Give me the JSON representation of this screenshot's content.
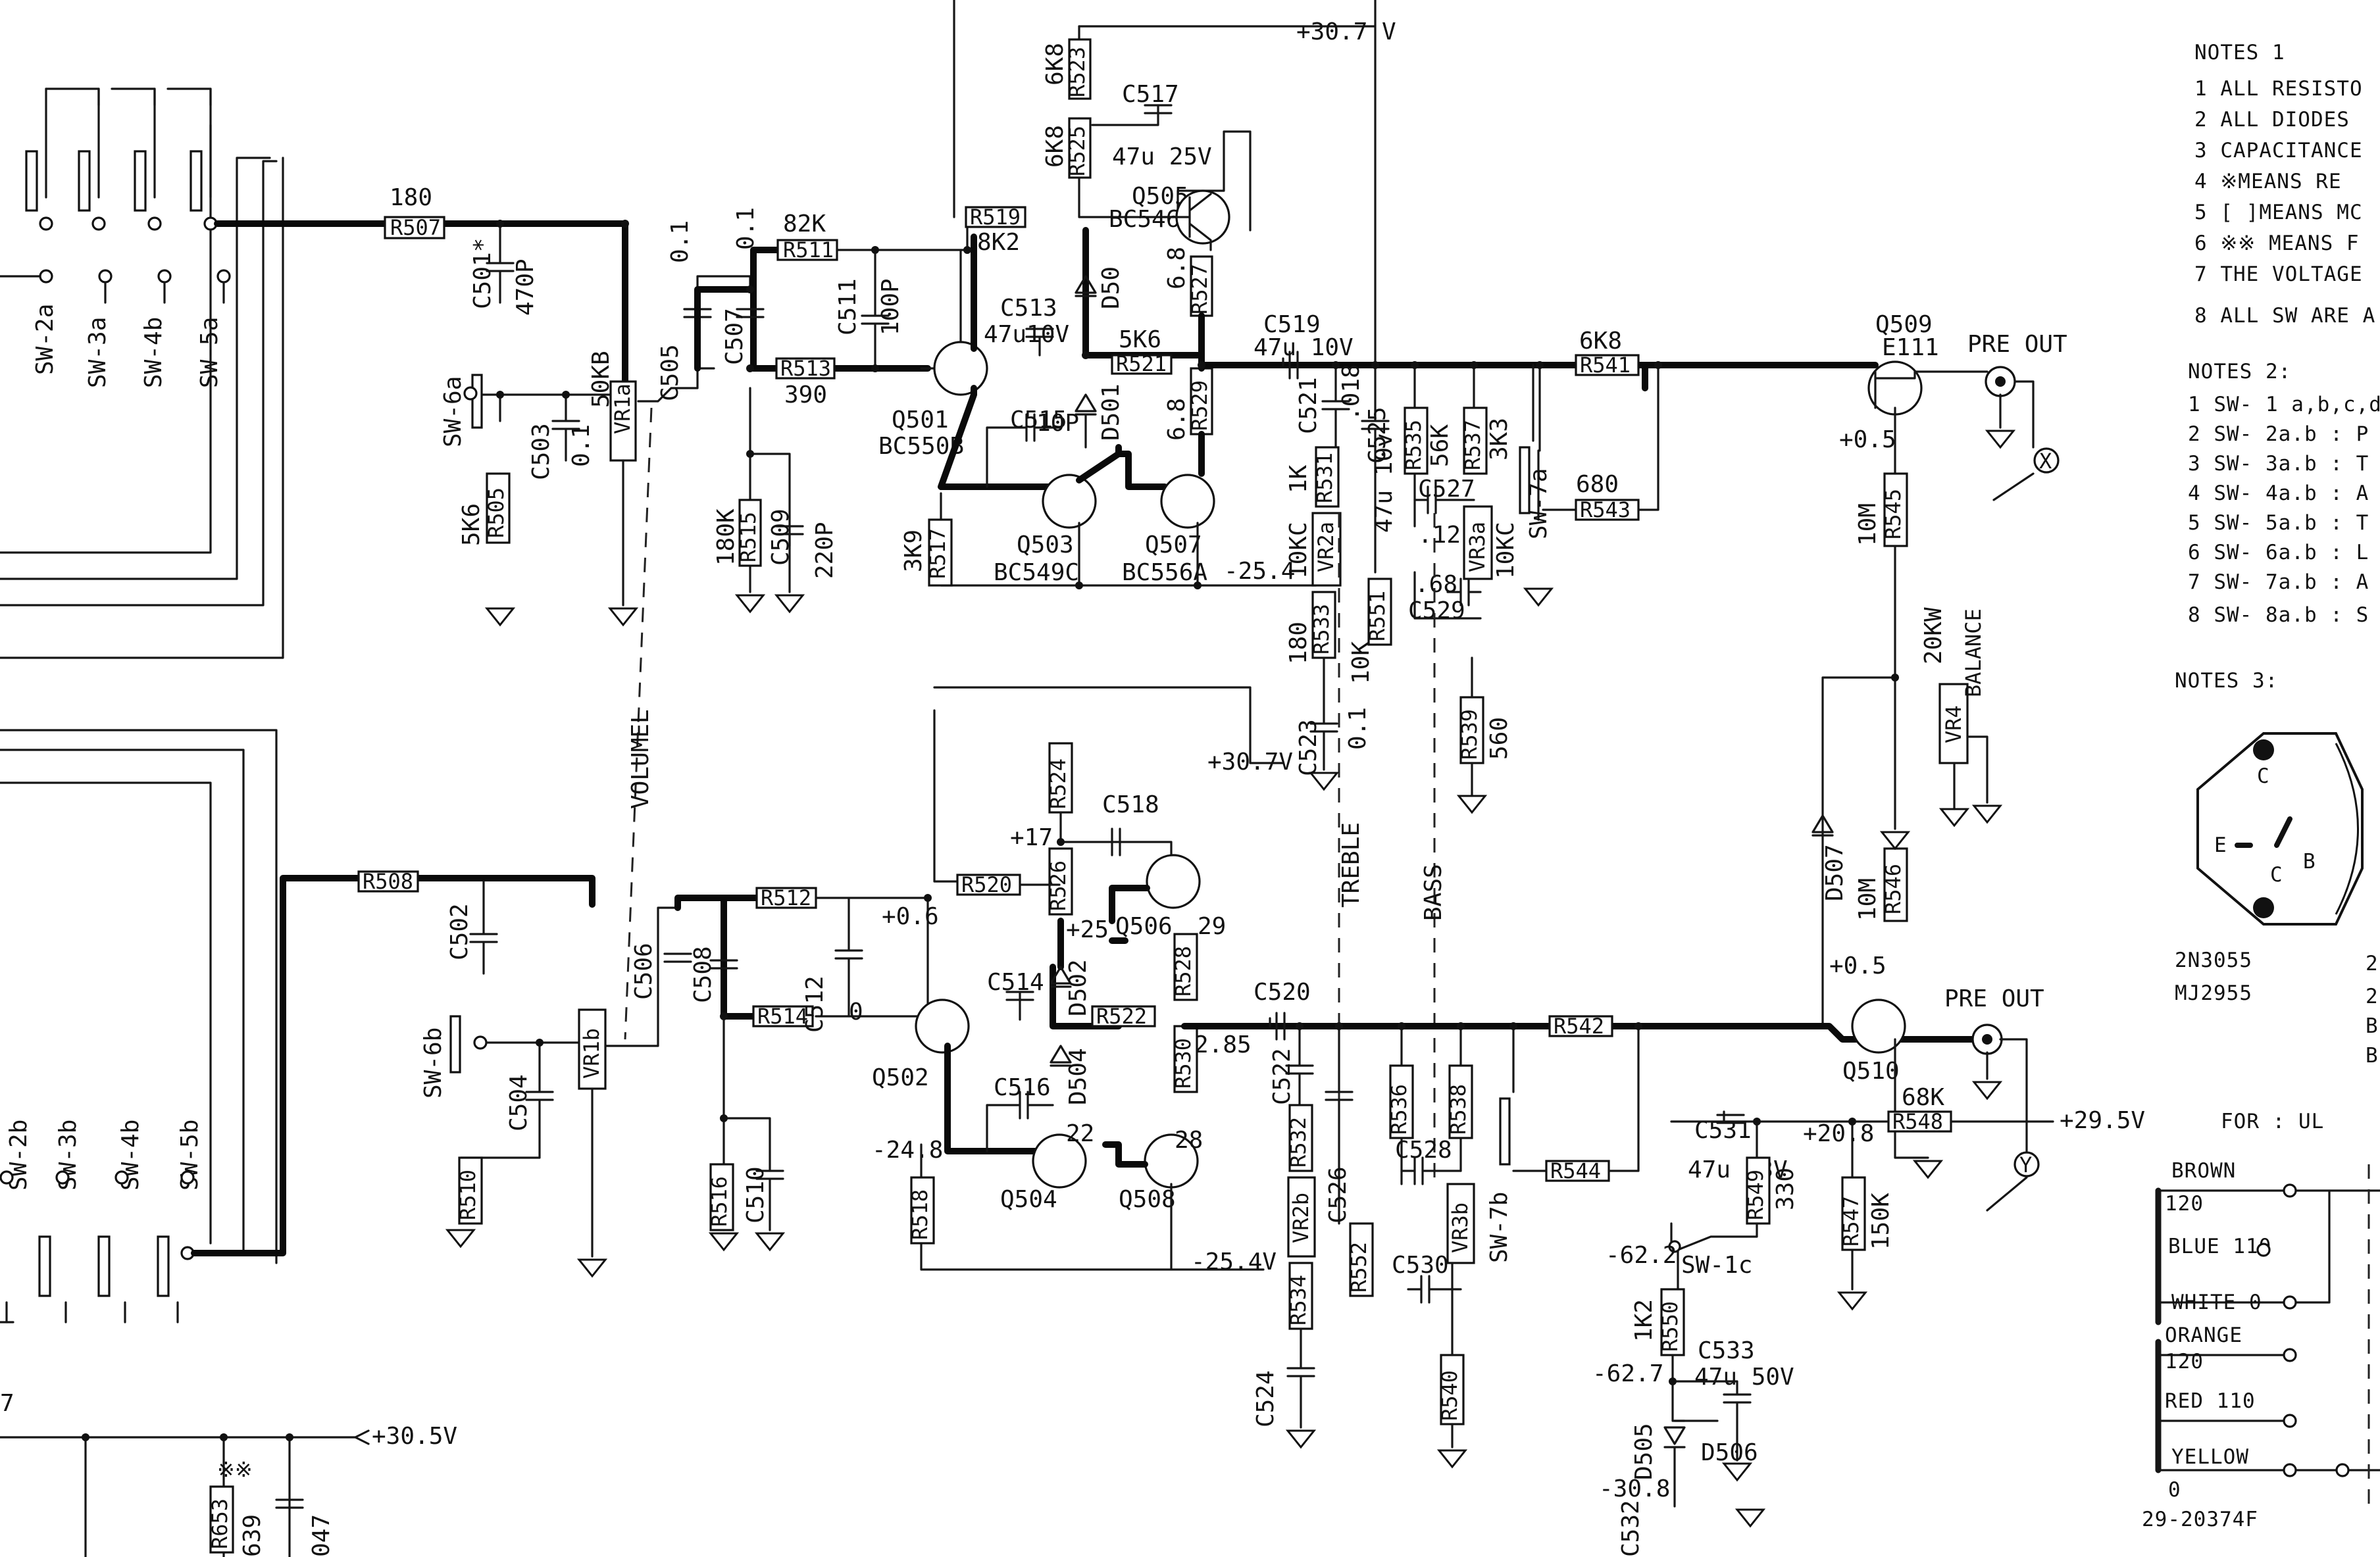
{
  "schematic": {
    "rails": {
      "pos_top": "+30.7 V",
      "pos_mid": "+30.7V",
      "pos_low": "+29.5V",
      "pos_bottom": "+30.5V",
      "neg_top": "-25.4",
      "neg_mid": "-25.4V",
      "neg_62_a": "-62.2",
      "neg_62_b": "-62.7",
      "neg_30": "-30.8"
    },
    "switches": {
      "sw2a": "SW-2a",
      "sw3a": "SW-3a",
      "sw4b": "SW-4b",
      "sw5a": "SW-5a",
      "sw2b": "SW-2b",
      "sw3b": "SW-3b",
      "sw4b_low": "SW-4b",
      "sw5b": "SW-5b",
      "sw6a": "SW-6a",
      "sw6b": "SW-6b",
      "sw7a": "SW-7a",
      "sw7b": "SW-7b",
      "sw1c": "SW-1c"
    },
    "resistors": {
      "r507": "R507",
      "r507_val": "180",
      "r508": "R508",
      "r505": "R505",
      "r505_val": "5K6",
      "r510": "R510",
      "r511": "R511",
      "r511_val": "82K",
      "r512": "R512",
      "r513": "R513",
      "r513_val": "390",
      "r514": "R514",
      "r515": "R515",
      "r515_val": "180K",
      "r516": "R516",
      "r517": "R517",
      "r517_val": "3K9",
      "r518": "R518",
      "r519": "R519",
      "r519_val": "8K2",
      "r520": "R520",
      "r521": "R521",
      "r521_val": "5K6",
      "r522": "R522",
      "r523": "R523",
      "r523_val": "6K8",
      "r524": "R524",
      "r525": "R525",
      "r525_val": "6K8",
      "r526": "R526",
      "r527": "R527",
      "r527_val": "6.8",
      "r528": "R528",
      "r529": "R529",
      "r529_val": "6.8",
      "r530": "R530",
      "r531": "R531",
      "r531_val": "1K",
      "r532": "R532",
      "r533": "R533",
      "r533_val": "180",
      "r534": "R534",
      "r535": "R535",
      "r535_val": "56K",
      "r536": "R536",
      "r537": "R537",
      "r537_val": "3K3",
      "r538": "R538",
      "r539": "R539",
      "r539_val": "560",
      "r540": "R540",
      "r541": "R541",
      "r541_val": "6K8",
      "r542": "R542",
      "r543": "R543",
      "r543_val": "680",
      "r544": "R544",
      "r545": "R545",
      "r545_val": "10M",
      "r546": "R546",
      "r546_val": "10M",
      "r547": "R547",
      "r547_val": "150K",
      "r548": "R548",
      "r548_val": "68K",
      "r549": "R549",
      "r549_val": "330",
      "r550": "R550",
      "r550_val": "1K2",
      "r551": "R551",
      "r551_val": "10K",
      "r552": "R552"
    },
    "pots": {
      "vr1a": "VR1a",
      "vr1a_val": "50KB",
      "vr1b": "VR1b",
      "vr2a": "VR2a",
      "vr2a_val": "10KC",
      "vr2b": "VR2b",
      "vr3a": "VR3a",
      "vr3a_val": "10KC",
      "vr3b": "VR3b",
      "vr4": "VR4",
      "vr4_val": "20KW",
      "volume": "VOLUMEL",
      "treble": "TREBLE",
      "bass": "BASS",
      "balance": "BALANCE"
    },
    "capacitors": {
      "c501": "C501*",
      "c501_val": "470P",
      "c502": "C502",
      "c503": "C503",
      "c503_val": "0.1",
      "c504": "C504",
      "c505": "C505",
      "c505_val": "0.1",
      "c506": "C506",
      "c507": "C507",
      "c507_val": "0.1",
      "c508": "C508",
      "c509": "C509",
      "c509_val": "220P",
      "c510": "C510",
      "c511": "C511",
      "c511_val": "100P",
      "c512": "C512",
      "c513": "C513",
      "c513_val": "47u10V",
      "c514": "C514",
      "c515": "C515",
      "c515_val": "10P",
      "c516": "C516",
      "c517": "C517",
      "c517_val": "47u 25V",
      "c518": "C518",
      "c519": "C519",
      "c519_val": "47u 10V",
      "c520": "C520",
      "c521": "C521",
      "c521_val": ".018",
      "c522": "C522",
      "c523": "C523",
      "c523_val": "0.1",
      "c524": "C524",
      "c525": "C525",
      "c525_val": "47u 10v",
      "c526": "C526",
      "c527": "C527",
      "c527_val": ".12",
      "c528": "C528",
      "c529": "C529",
      "c529_val": ".68",
      "c530": "C530",
      "c531": "C531",
      "c531_val": "47u 63V",
      "c532": "C532",
      "c533": "C533",
      "c533_val": "47u 50V"
    },
    "transistors": {
      "q501": "Q501",
      "q501_type": "BC550B",
      "q502": "Q502",
      "q503": "Q503",
      "q503_type": "BC549C",
      "q504": "Q504",
      "q505": "Q505",
      "q505_type": "BC546",
      "q506": "Q506",
      "q507": "Q507",
      "q507_type": "BC556A",
      "q508": "Q508",
      "q509": "Q509",
      "q509_type": "E111",
      "q510": "Q510"
    },
    "diodes": {
      "d501": "D501",
      "d502": "D502",
      "d503": "D50",
      "d504": "D504",
      "d505": "D505",
      "d506": "D506",
      "d507": "D507"
    },
    "voltages": {
      "v_06": "+0.6",
      "v_0": "0",
      "v_17": "+17",
      "v_25": "+25",
      "v_29": "29",
      "v_285": "2.85",
      "v_248": "-24.8",
      "v_22": "22",
      "v_28": "28",
      "v_208": "+20.8",
      "v_05a": "+0.5",
      "v_05b": "+0.5"
    },
    "outputs": {
      "pre_out_a": "PRE OUT",
      "pre_out_b": "PRE OUT",
      "x_mark": "X",
      "y_mark": "Y"
    }
  },
  "notes1": {
    "title": "NOTES 1",
    "items": [
      "1  ALL RESISTO",
      "2  ALL DIODES",
      "3  CAPACITANCE",
      "4  ※MEANS RE",
      "5  [ ]MEANS MC",
      "6  ※※ MEANS F",
      "7  THE VOLTAGE",
      "8  ALL SW ARE A"
    ]
  },
  "notes2": {
    "title": "NOTES 2:",
    "items": [
      "1  SW- 1 a,b,c,d: P",
      "2  SW- 2a.b   : P",
      "3  SW- 3a.b   : T",
      "4  SW- 4a.b   : A",
      "5  SW- 5a.b   : T",
      "6  SW- 6a.b   : L",
      "7  SW- 7a.b   : A",
      "8  SW- 8a.b   : S"
    ]
  },
  "notes3": {
    "title": "NOTES 3:",
    "pins": {
      "c": "C",
      "e": "E",
      "b": "B",
      "c2": "C"
    },
    "parts": [
      "2N3055",
      "MJ2955"
    ],
    "side_marks": [
      "2",
      "2",
      "B",
      "B"
    ]
  },
  "transformer": {
    "title": "FOR : UL",
    "taps": [
      "BROWN",
      "120",
      "BLUE 110",
      "WHITE 0",
      "ORANGE",
      "120",
      "RED 110",
      "YELLOW",
      "0"
    ],
    "part_no": "29-20374F"
  },
  "bottom": {
    "r653": "R653",
    "r653_mark": "※※",
    "r639": "639",
    "c047": "047",
    "seven": "7"
  }
}
